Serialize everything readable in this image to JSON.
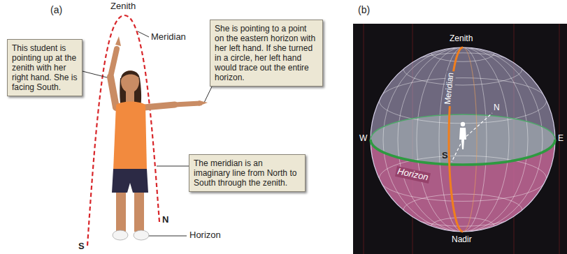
{
  "diagram": {
    "nodes": [
      {
        "text": [
          "This student is pointing up at the zenith with her right hand. She is facing South."
        ]
      },
      {
        "text": [
          "She is pointing to a point on the eastern horizon with her left hand. If she turned in a circle, her left hand would trace out the entire horizon."
        ]
      },
      {
        "text": [
          "The meridian is an imaginary line from North to South through the zenith."
        ]
      }
    ],
    "labels": [
      "(a)",
      "Zenith",
      "Meridian",
      "N",
      "Horizon",
      "S",
      "(b)",
      "Zenith",
      "Meridian",
      "N",
      "W",
      "E",
      "Horizon",
      "S",
      "Nadir"
    ]
  }
}
